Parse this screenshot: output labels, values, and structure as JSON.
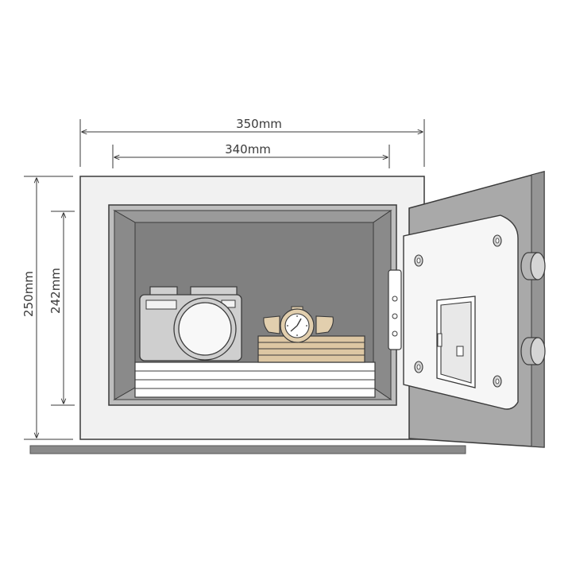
{
  "dimensions": {
    "outer_width": "350mm",
    "inner_width": "340mm",
    "outer_height": "250mm",
    "inner_height": "242mm"
  },
  "colors": {
    "outline": "#3a3a3a",
    "body_fill": "#f1f1f1",
    "interior_fill": "#8e8e8e",
    "interior_back": "#808080",
    "door_fill": "#a9a9a9",
    "panel_fill": "#f6f6f6",
    "floor_fill": "#8a8a8a",
    "camera_fill": "#cfcfcf",
    "watch_fill": "#e2cfae",
    "box_fill": "#ddc7a3"
  },
  "icons": [
    "camera-icon",
    "watch-icon",
    "keypad-icon",
    "knob-icon",
    "bolt-icon",
    "hinge-icon",
    "screw-icon"
  ]
}
